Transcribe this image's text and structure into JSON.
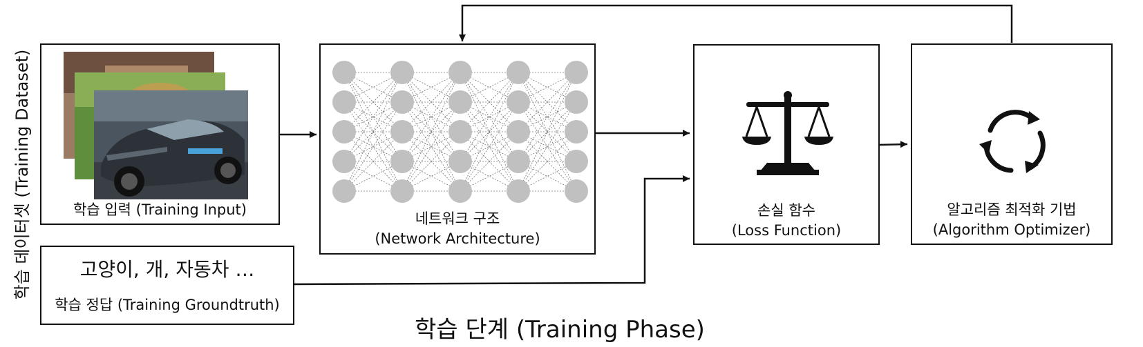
{
  "diagram": {
    "side_title": "학습 데이터셋 (Training Dataset)",
    "phase_title": "학습 단계 (Training Phase)",
    "input": {
      "label": "학습 입력 (Training Input)"
    },
    "groundtruth": {
      "classes": "고양이, 개, 자동차 …",
      "label": "학습 정답 (Training Groundtruth)"
    },
    "network": {
      "title": "네트워크 구조",
      "subtitle": "(Network Architecture)",
      "layers": 5,
      "nodes_per_layer": 5
    },
    "loss": {
      "title": "손실 함수",
      "subtitle": "(Loss Function)",
      "icon": "scale-icon"
    },
    "optimizer": {
      "title": "알고리즘 최적화 기법",
      "subtitle": "(Algorithm Optimizer)",
      "icon": "refresh-cycle-icon"
    }
  }
}
